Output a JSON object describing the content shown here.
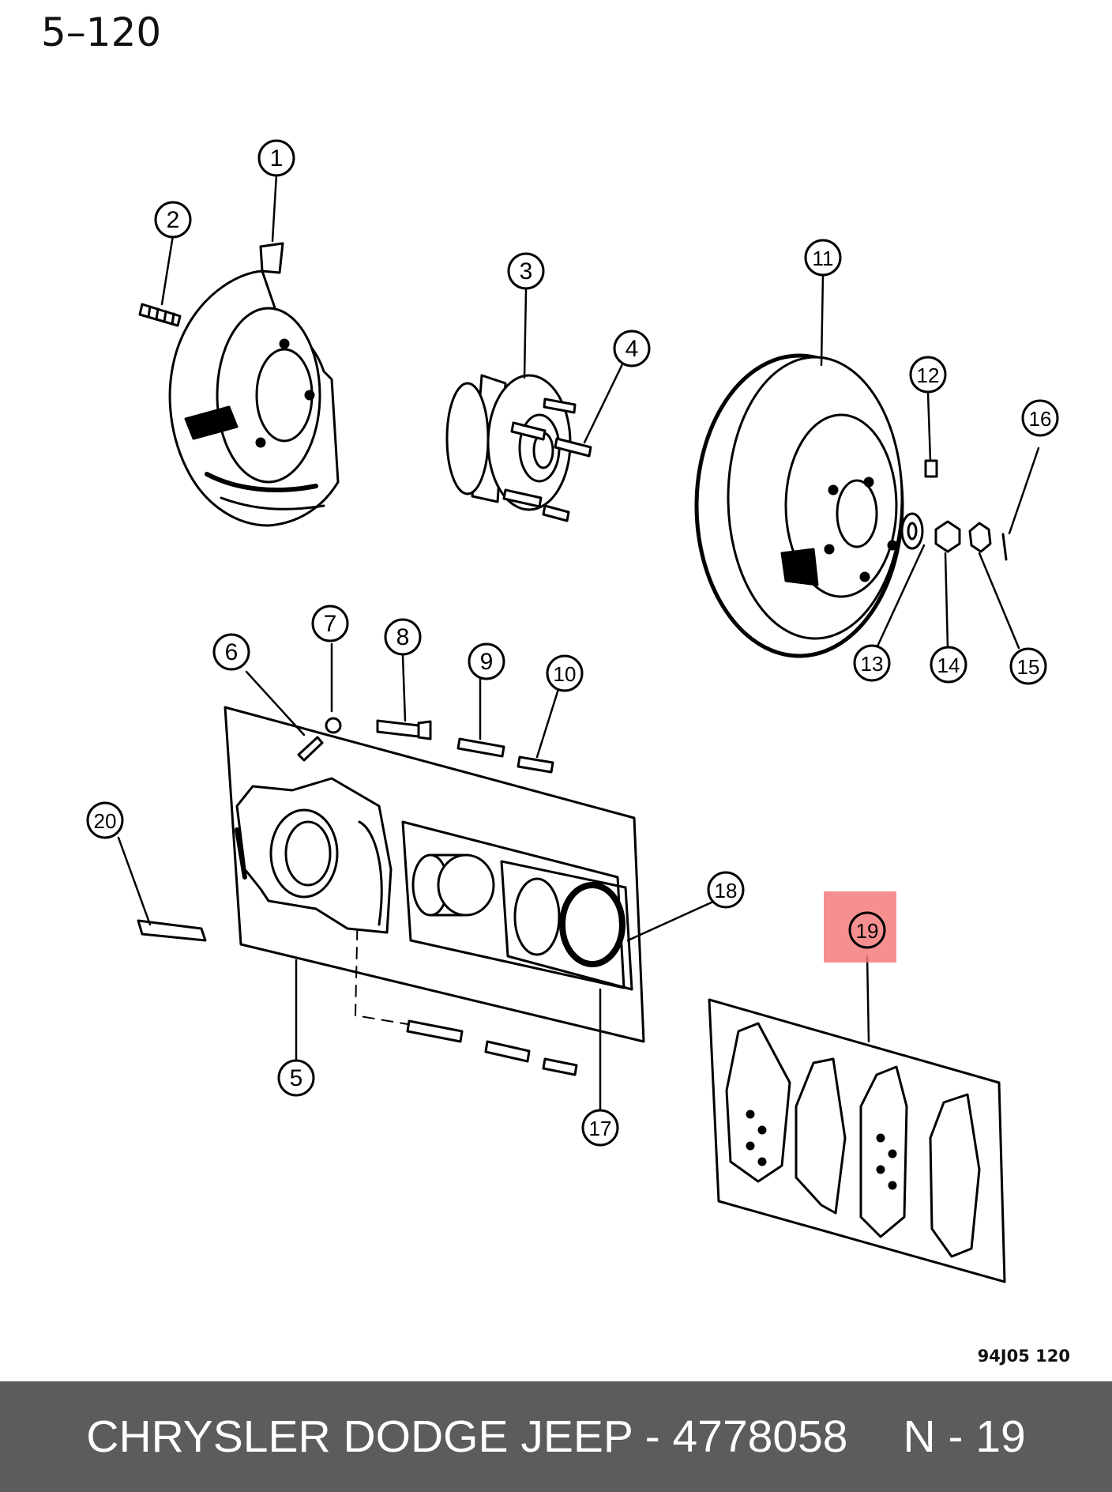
{
  "page_number": "5–120",
  "figure_code": "94J05  120",
  "callouts": [
    "1",
    "2",
    "3",
    "4",
    "5",
    "6",
    "7",
    "8",
    "9",
    "10",
    "11",
    "12",
    "13",
    "14",
    "15",
    "16",
    "17",
    "18",
    "19",
    "20"
  ],
  "highlighted_callout": "19",
  "highlight_color": "#f47c7c",
  "footer": {
    "part_text": "CHRYSLER DODGE JEEP - 4778058",
    "ref_text": "N - 19"
  }
}
